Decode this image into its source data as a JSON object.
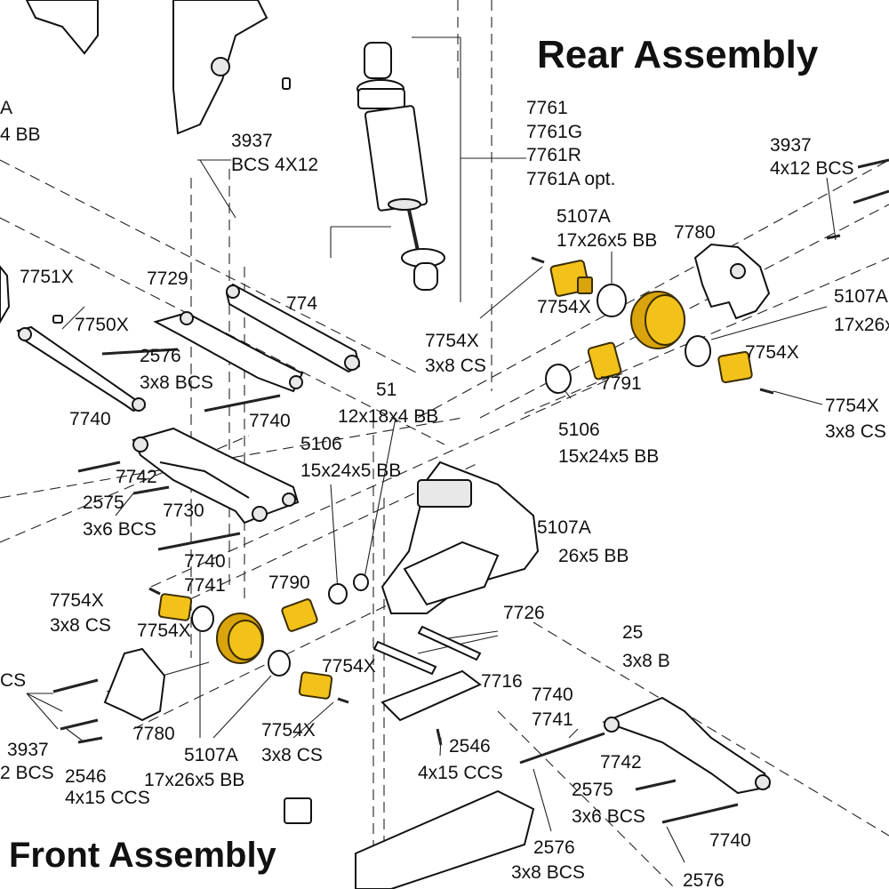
{
  "titles": {
    "rear": "Rear Assembly",
    "front": "Front Assembly"
  },
  "labels": {
    "l_a_top": "A",
    "l_4bb": "4 BB",
    "l_3937_top": "3937",
    "l_bcs4x12": "BCS 4X12",
    "l_7761": "7761",
    "l_7761g": "7761G",
    "l_7761r": "7761R",
    "l_7761a": "7761A opt.",
    "l_3937_r": "3937",
    "l_4x12bcs": "4x12 BCS",
    "l_5107a_r1": "5107A",
    "l_17x26_r1": "17x26x5 BB",
    "l_7780_r": "7780",
    "l_5107a_r2": "5107A",
    "l_17x26_r2": "17x26x",
    "l_7751x": "7751X",
    "l_7729": "7729",
    "l_774_cut": "774",
    "l_7750x": "7750X",
    "l_2576_a": "2576",
    "l_3x8bcs_a": "3x8 BCS",
    "l_7754x_a": "7754X",
    "l_7754x_b": "7754X",
    "l_3x8cs_b": "3x8 CS",
    "l_7754x_c": "7754X",
    "l_7791": "7791",
    "l_7754x_d": "7754X",
    "l_3x8cs_d": "3x8 CS",
    "l_51_cut": "51",
    "l_12x18": "12x18x4 BB",
    "l_7740_a": "7740",
    "l_7740_b": "7740",
    "l_5106_a": "5106",
    "l_15x24_a": "15x24x5 BB",
    "l_5106_b": "5106",
    "l_15x24_b": "15x24x5 BB",
    "l_7742_a": "7742",
    "l_2575_a": "2575",
    "l_3x6bcs_a": "3x6 BCS",
    "l_7730": "7730",
    "l_5107a_c": "5107A",
    "l_26x5_c": "26x5 BB",
    "l_7740_c": "7740",
    "l_7741_c": "7741",
    "l_7790": "7790",
    "l_7754x_e": "7754X",
    "l_3x8cs_e": "3x8 CS",
    "l_7754x_f": "7754X",
    "l_7726": "7726",
    "l_25_cut": "25",
    "l_3x8b_cut": "3x8 B",
    "l_cs_cut": "CS",
    "l_7754x_g": "7754X",
    "l_7716": "7716",
    "l_7740_d": "7740",
    "l_7741_d": "7741",
    "l_3937_f": "3937",
    "l_2bcs": "2 BCS",
    "l_7780_f": "7780",
    "l_5107a_f": "5107A",
    "l_17x26_f": "17x26x5 BB",
    "l_7754x_h": "7754X",
    "l_3x8cs_h": "3x8 CS",
    "l_2546_a": "2546",
    "l_4x15ccs_a": "4x15 CCS",
    "l_2546_b": "2546",
    "l_4x15ccs_b": "4x15 CCS",
    "l_7742_b": "7742",
    "l_2575_b": "2575",
    "l_3x6bcs_b": "3x6 BCS",
    "l_7740_e": "7740",
    "l_2576_b": "2576",
    "l_3x8bcs_b": "3x8 BCS",
    "l_2576_c": "2576"
  },
  "colors": {
    "highlight": "#f2c21a",
    "highlight_dark": "#d9a40c",
    "ink": "#111111"
  }
}
